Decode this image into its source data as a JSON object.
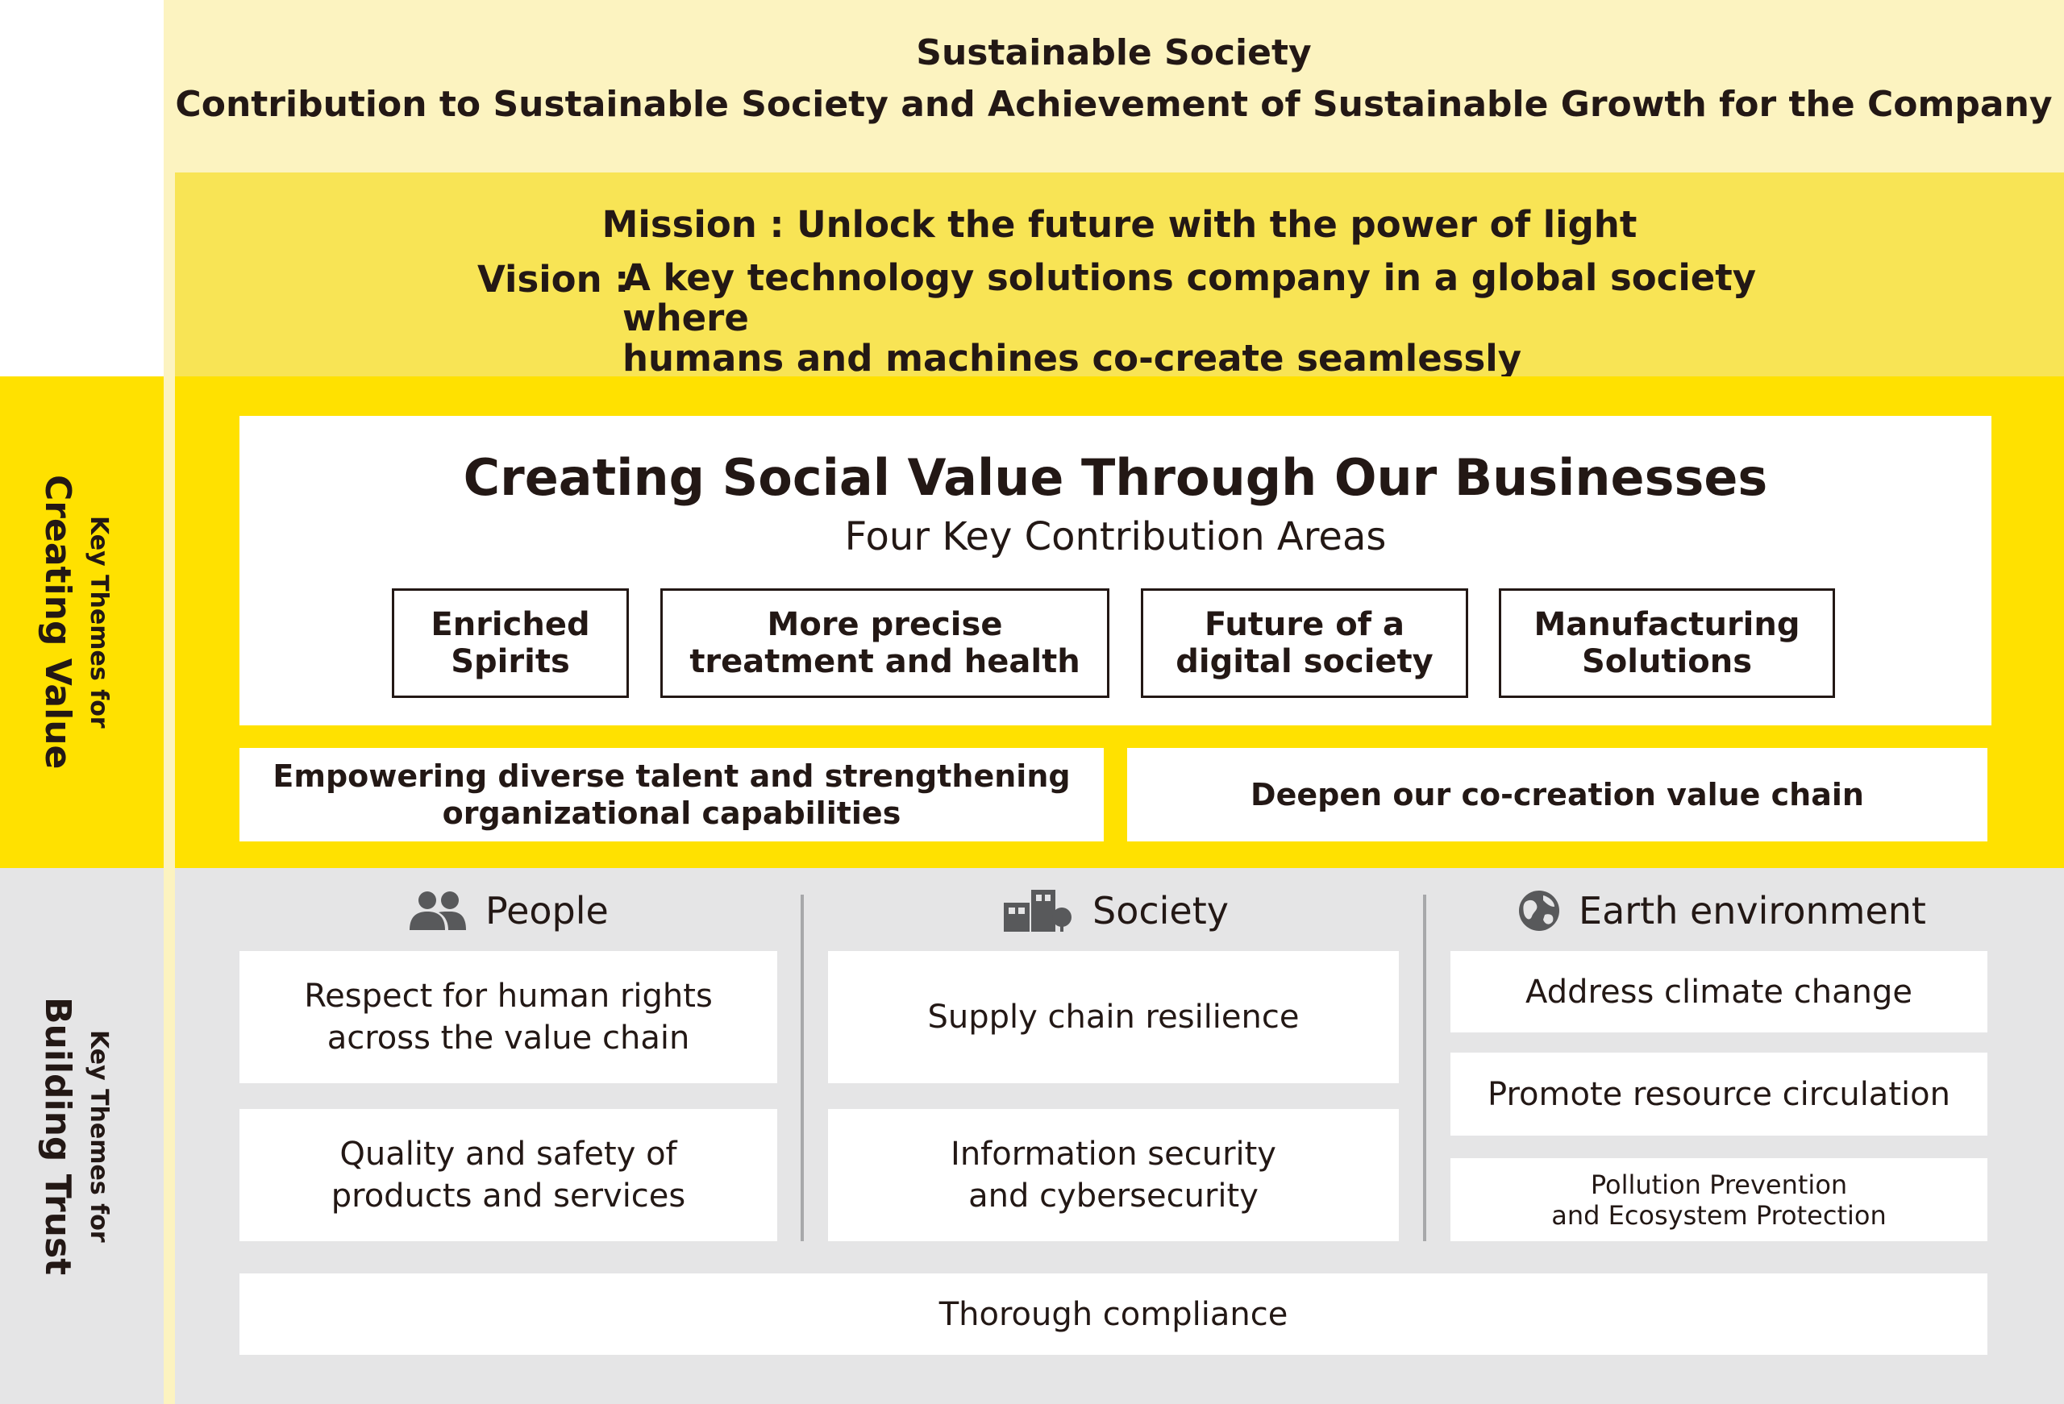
{
  "sustainable": {
    "title": "Sustainable Society",
    "subtitle": "Contribution to Sustainable Society and Achievement of Sustainable Growth for the Company"
  },
  "mission_vision": {
    "mission": "Mission : Unlock the future with the power of light",
    "vision_label": "Vision :",
    "vision_line1": "A key technology solutions company in a global society where",
    "vision_line2": "humans and machines co-create seamlessly"
  },
  "creating_value": {
    "side_label_small": "Key Themes for",
    "side_label_large": "Creating Value",
    "title": "Creating Social Value Through Our Businesses",
    "subtitle": "Four Key Contribution Areas",
    "areas": [
      {
        "line1": "Enriched",
        "line2": "Spirits"
      },
      {
        "line1": "More precise",
        "line2": "treatment and health"
      },
      {
        "line1": "Future of a",
        "line2": "digital society"
      },
      {
        "line1": "Manufacturing",
        "line2": "Solutions"
      }
    ],
    "foundations": [
      {
        "line1": "Empowering diverse talent and strengthening",
        "line2": "organizational capabilities"
      },
      {
        "line1": "Deepen our co-creation value chain"
      }
    ]
  },
  "building_trust": {
    "side_label_small": "Key Themes for",
    "side_label_large": "Building Trust",
    "columns": [
      {
        "heading": "People",
        "icon": "people-icon",
        "items": [
          {
            "line1": "Respect for human rights",
            "line2": "across the value chain"
          },
          {
            "line1": "Quality and safety of",
            "line2": "products and services"
          }
        ]
      },
      {
        "heading": "Society",
        "icon": "buildings-icon",
        "items": [
          {
            "line1": "Supply chain resilience"
          },
          {
            "line1": "Information security",
            "line2": "and cybersecurity"
          }
        ]
      },
      {
        "heading": "Earth environment",
        "icon": "globe-icon",
        "items": [
          {
            "line1": "Address climate change"
          },
          {
            "line1": "Promote resource circulation"
          },
          {
            "line1": "Pollution Prevention",
            "line2": "and Ecosystem Protection"
          }
        ]
      }
    ],
    "footer": "Thorough compliance"
  },
  "colors": {
    "pale_yellow": "#fcf3c0",
    "mid_yellow": "#f8e455",
    "bright_yellow": "#ffe100",
    "grey": "#e5e5e6",
    "text": "#231815",
    "icon_grey": "#58595b"
  }
}
